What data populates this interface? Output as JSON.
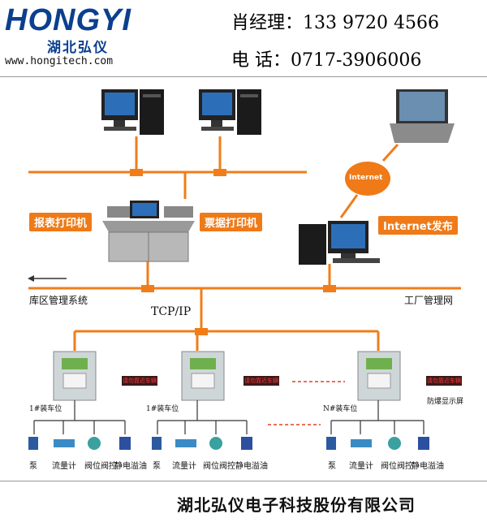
{
  "header": {
    "logo": "HONGYI",
    "company_short": "湖北弘仪",
    "website": "www.hongitech.com",
    "manager": "肖经理：133 9720 4566",
    "phone": "电  话：0717-3906006"
  },
  "labels": {
    "report_printer": "报表打印机",
    "ticket_printer": "票据打印机",
    "internet": "Internet",
    "internet_publish": "Internet发布",
    "depot_system": "库区管理系统",
    "factory_network": "工厂管理网",
    "tcp_ip": "TCP/IP",
    "station1": "1#装车位",
    "station2": "1#装车位",
    "stationN": "N#装车位",
    "explosion_display": "防爆显示屏",
    "led_text": "请勿靠近车辆"
  },
  "devices": [
    "泵",
    "流量计",
    "阀位阀控",
    "静电溢油"
  ],
  "footer": "湖北弘仪电子科技股份有限公司",
  "colors": {
    "line": "#f07d1a",
    "brand": "#0b3f8f"
  }
}
